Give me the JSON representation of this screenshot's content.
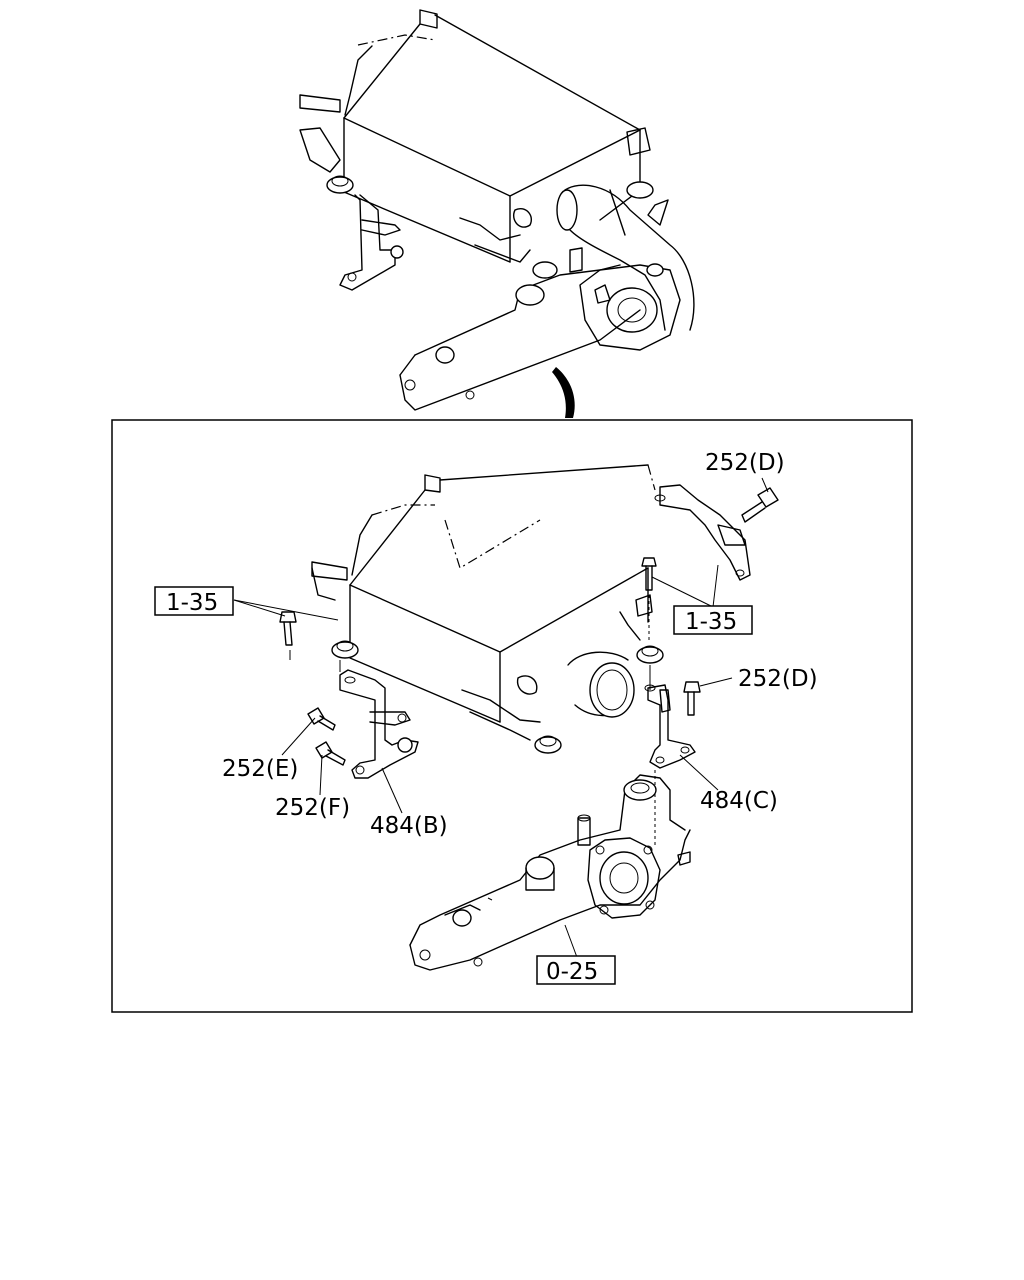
{
  "callouts": {
    "ref_top_right": "252(D)",
    "ref_right_mid": "252(D)",
    "ref_left_e": "252(E)",
    "ref_left_f": "252(F)",
    "ref_bracket_b": "484(B)",
    "ref_bracket_c": "484(C)",
    "group_left": "1-35",
    "group_right": "1-35",
    "group_bottom": "0-25"
  }
}
